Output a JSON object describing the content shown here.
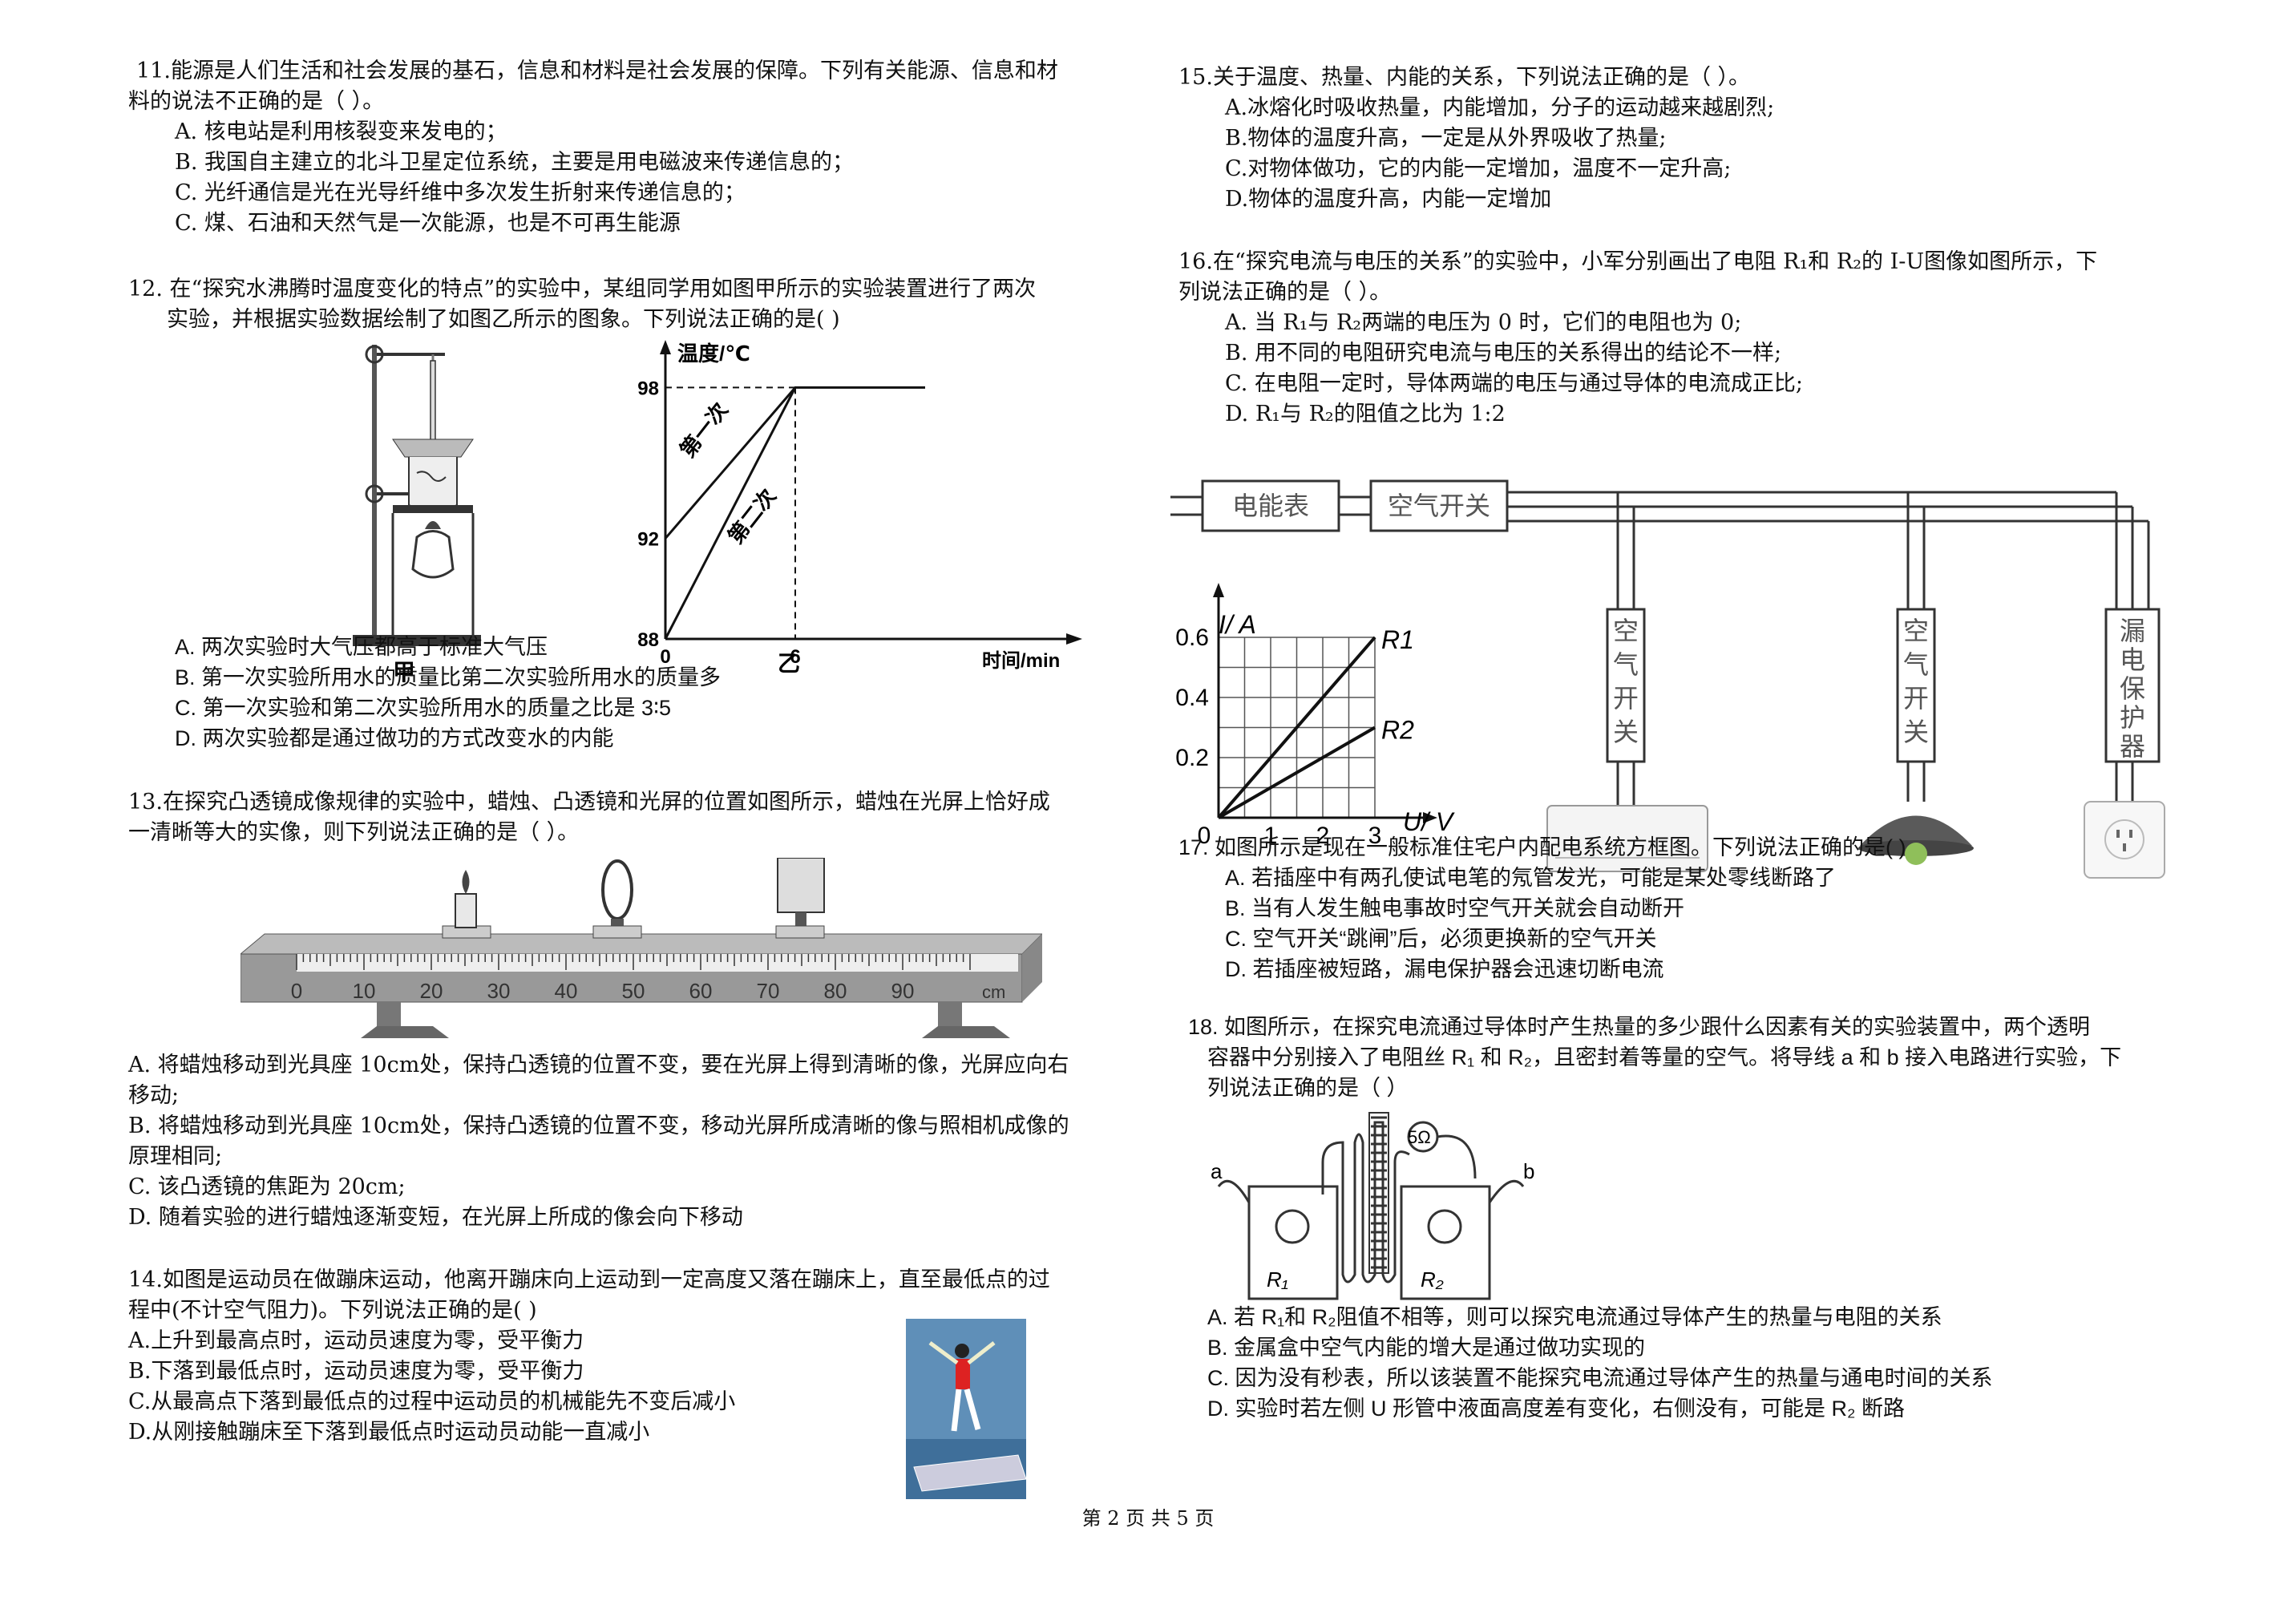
{
  "q11": {
    "stem1": "11.能源是人们生活和社会发展的基石，信息和材料是社会发展的保障。下列有关能源、信息和材",
    "stem2": "料的说法不正确的是（  ）。",
    "options": [
      "A. 核电站是利用核裂变来发电的；",
      "B. 我国自主建立的北斗卫星定位系统，主要是用电磁波来传递信息的；",
      "C. 光纤通信是光在光导纤维中多次发生折射来传递信息的；",
      "C. 煤、石油和天然气是一次能源，也是不可再生能源"
    ]
  },
  "q12": {
    "stem1": "12. 在“探究水沸腾时温度变化的特点”的实验中，某组同学用如图甲所示的实验装置进行了两次",
    "stem2": "实验，并根据实验数据绘制了如图乙所示的图象。下列说法正确的是(    )",
    "fig_jia": "甲",
    "fig_yi": "乙",
    "options": [
      "A. 两次实验时大气压都高于标准大气压",
      "B. 第一次实验所用水的质量比第二次实验所用水的质量多",
      "C. 第一次实验和第二次实验所用水的质量之比是 3∶5",
      "D. 两次实验都是通过做功的方式改变水的内能"
    ]
  },
  "q12_chart": {
    "chart_data": {
      "type": "line",
      "ylabel": "温度/℃",
      "xlabel": "时间/min",
      "y_ticks": [
        "98",
        "92",
        "88"
      ],
      "x_ticks": [
        "0",
        "6"
      ],
      "series": [
        {
          "name": "第一次",
          "x": [
            0,
            6,
            12
          ],
          "y": [
            92,
            98,
            98
          ]
        },
        {
          "name": "第二次",
          "x": [
            0,
            6
          ],
          "y": [
            88,
            98
          ]
        }
      ],
      "ylim": [
        88,
        99
      ]
    }
  },
  "q13": {
    "stem1": "13.在探究凸透镜成像规律的实验中，蜡烛、凸透镜和光屏的位置如图所示，蜡烛在光屏上恰好成",
    "stem2": "一清晰等大的实像，则下列说法正确的是（  ）。",
    "ruler_ticks": [
      "0",
      "10",
      "20",
      "30",
      "40",
      "50",
      "60",
      "70",
      "80",
      "90"
    ],
    "ruler_unit": "cm",
    "options": [
      "A. 将蜡烛移动到光具座 10cm处，保持凸透镜的位置不变，要在光屏上得到清晰的像，光屏应向右",
      "移动;",
      "B. 将蜡烛移动到光具座 10cm处，保持凸透镜的位置不变，移动光屏所成清晰的像与照相机成像的",
      "原理相同;",
      "C. 该凸透镜的焦距为 20cm;",
      "D. 随着实验的进行蜡烛逐渐变短，在光屏上所成的像会向下移动"
    ]
  },
  "q14": {
    "stem1": "14.如图是运动员在做蹦床运动，他离开蹦床向上运动到一定高度又落在蹦床上，直至最低点的过",
    "stem2": "程中(不计空气阻力)。下列说法正确的是(    )",
    "options": [
      "A.上升到最高点时，运动员速度为零，受平衡力",
      "B.下落到最低点时，运动员速度为零，受平衡力",
      "C.从最高点下落到最低点的过程中运动员的机械能先不变后减小",
      "D.从刚接触蹦床至下落到最低点时运动员动能一直减小"
    ]
  },
  "q15": {
    "stem": "15.关于温度、热量、内能的关系，下列说法正确的是（  ）。",
    "options": [
      "A.冰熔化时吸收热量，内能增加，分子的运动越来越剧烈;",
      "B.物体的温度升高，一定是从外界吸收了热量;",
      "C.对物体做功，它的内能一定增加，温度不一定升高;",
      "D.物体的温度升高，内能一定增加"
    ]
  },
  "q16": {
    "stem1": "16.在“探究电流与电压的关系”的实验中，小军分别画出了电阻 R₁和 R₂的 I-U图像如图所示，下",
    "stem2": "列说法正确的是（  ）。",
    "options": [
      "A. 当 R₁与 R₂两端的电压为 0 时，它们的电阻也为 0;",
      "B. 用不同的电阻研究电流与电压的关系得出的结论不一样;",
      "C. 在电阻一定时，导体两端的电压与通过导体的电流成正比;",
      "D. R₁与 R₂的阻值之比为 1:2"
    ]
  },
  "q16_chart": {
    "chart_data": {
      "type": "line",
      "ylabel": "I/ A",
      "xlabel": "U/ V",
      "x_ticks": [
        "0",
        "1",
        "2",
        "3"
      ],
      "y_ticks": [
        "0.2",
        "0.4",
        "0.6"
      ],
      "series": [
        {
          "name": "R1",
          "x": [
            0,
            3
          ],
          "y": [
            0,
            0.6
          ]
        },
        {
          "name": "R2",
          "x": [
            0,
            3
          ],
          "y": [
            0,
            0.3
          ]
        }
      ],
      "xlim": [
        0,
        3
      ],
      "ylim": [
        0,
        0.6
      ]
    }
  },
  "circuit": {
    "meter": "电能表",
    "main_switch": "空气开关",
    "branch_switch1": "空气开关",
    "branch_switch2": "空气开关",
    "leak_protector": "漏电保护器"
  },
  "q17": {
    "stem": "17.  如图所示是现在一般标准住宅户内配电系统方框图。下列说法正确的是(      )",
    "options": [
      "A.  若插座中有两孔使试电笔的氖管发光，可能是某处零线断路了",
      "B.  当有人发生触电事故时空气开关就会自动断开",
      "C.  空气开关“跳闸”后，必须更换新的空气开关",
      "D.  若插座被短路，漏电保护器会迅速切断电流"
    ]
  },
  "q18": {
    "stem1": "18.  如图所示，在探究电流通过导体时产生热量的多少跟什么因素有关的实验装置中，两个透明",
    "stem2": "容器中分别接入了电阻丝 R₁ 和 R₂，且密封着等量的空气。将导线 a 和 b 接入电路进行实验，下",
    "stem3": "列说法正确的是（   ）",
    "label_a": "a",
    "label_b": "b",
    "label_r1": "R₁",
    "label_r2": "R₂",
    "label_ohm": "5Ω",
    "options": [
      "A.  若 R₁和 R₂阻值不相等，则可以探究电流通过导体产生的热量与电阻的关系",
      "B.  金属盒中空气内能的增大是通过做功实现的",
      "C.  因为没有秒表，所以该装置不能探究电流通过导体产生的热量与通电时间的关系",
      "D.  实验时若左侧 U 形管中液面高度差有变化，右侧没有，可能是 R₂ 断路"
    ]
  },
  "footer": "第 2  页  共 5 页"
}
